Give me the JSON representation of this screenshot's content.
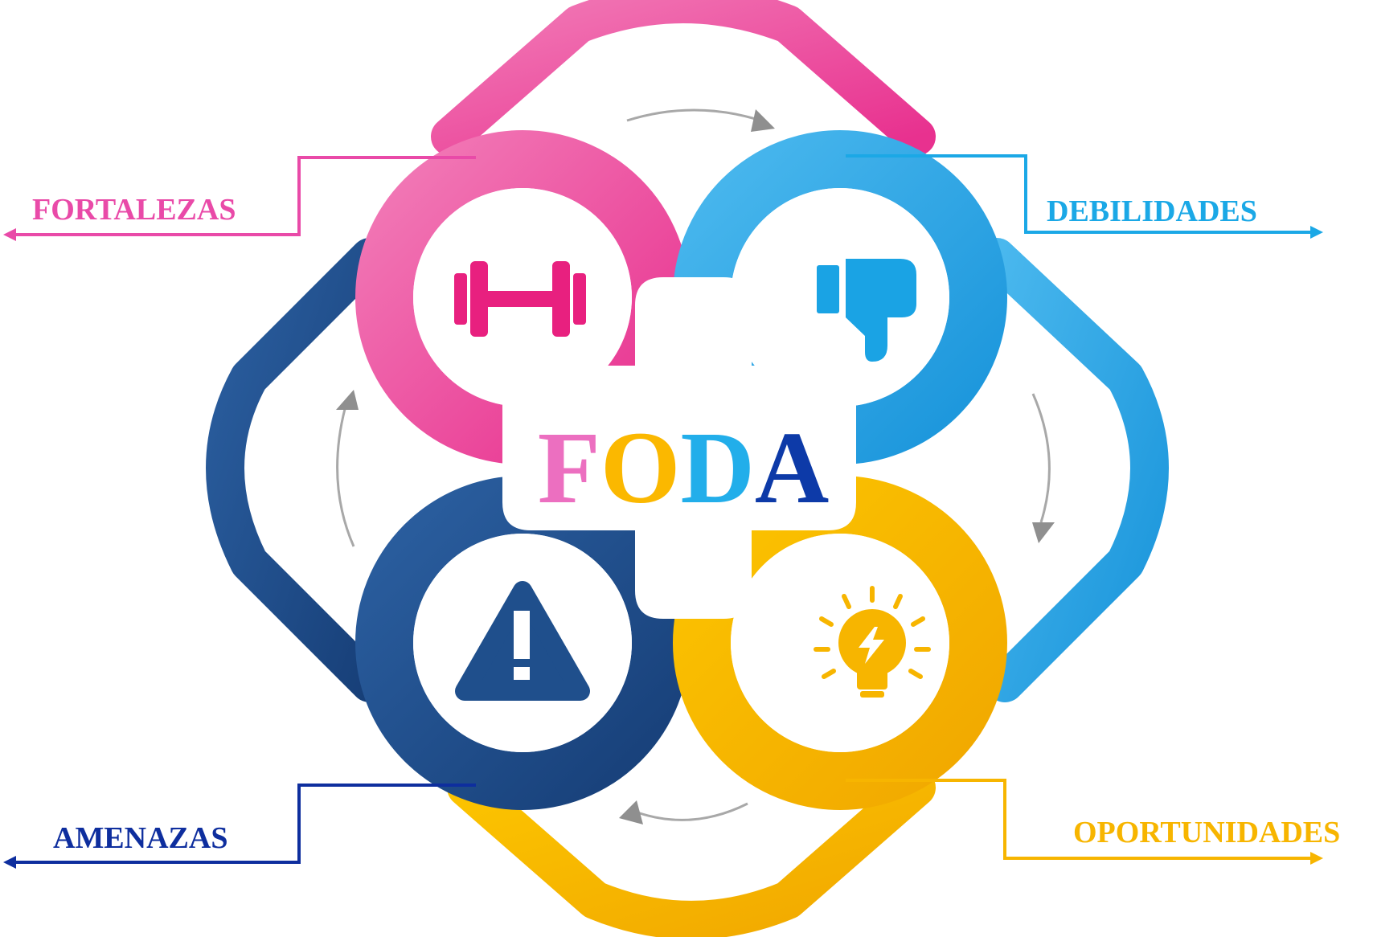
{
  "diagram": {
    "center_letters": [
      {
        "char": "F",
        "color": "#ec6fc0"
      },
      {
        "char": "O",
        "color": "#fbb800"
      },
      {
        "char": "D",
        "color": "#22aeea"
      },
      {
        "char": "A",
        "color": "#0d3aa8"
      }
    ],
    "quadrants": {
      "fortalezas": {
        "label": "FORTALEZAS",
        "color": "#e94aa8",
        "icon": "dumbbell-icon"
      },
      "debilidades": {
        "label": "DEBILIDADES",
        "color": "#1ba8e6",
        "icon": "thumbs-down-icon"
      },
      "amenazas": {
        "label": "AMENAZAS",
        "color": "#0e2e9e",
        "icon": "warning-icon"
      },
      "oportunidades": {
        "label": "OPORTUNIDADES",
        "color": "#f7b500",
        "icon": "lightbulb-icon"
      }
    },
    "ring_colors": {
      "pink": "#ee5fa6",
      "blue": "#2fa6e4",
      "navy": "#1f4f8c",
      "yellow": "#f6b800"
    },
    "cycle_arrow_color": "#9a9a9a"
  }
}
